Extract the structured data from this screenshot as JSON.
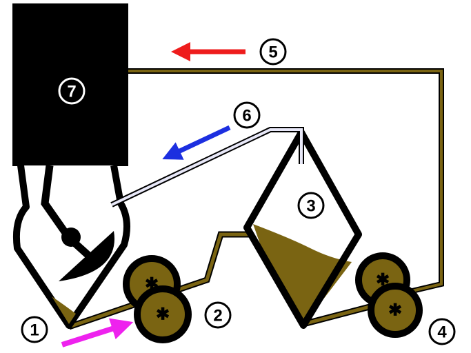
{
  "labels": {
    "l1": "1",
    "l2": "2",
    "l3": "3",
    "l4": "4",
    "l5": "5",
    "l6": "6",
    "l7": "7"
  },
  "colors": {
    "material": "#7a6412",
    "arrow_red": "#ee1c1c",
    "arrow_blue": "#1c2fe0",
    "arrow_magenta": "#ee22ee",
    "tube": "#e8e8f8"
  }
}
